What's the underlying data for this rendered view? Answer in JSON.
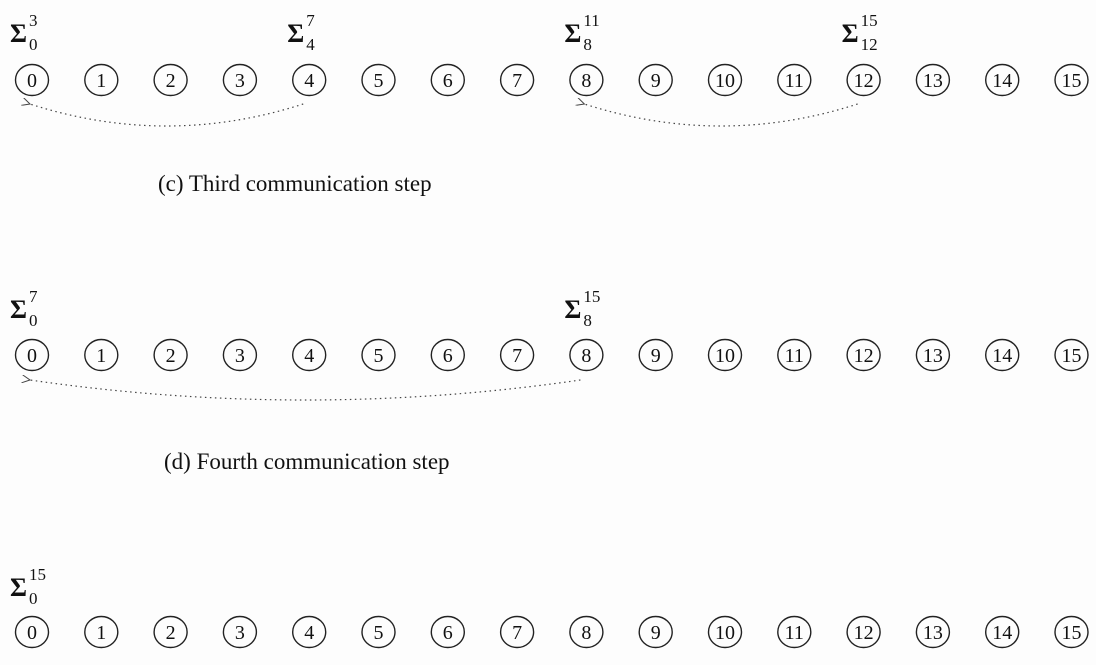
{
  "figure": {
    "sigma_symbol": "Σ",
    "nodes": [
      "0",
      "1",
      "2",
      "3",
      "4",
      "5",
      "6",
      "7",
      "8",
      "9",
      "10",
      "11",
      "12",
      "13",
      "14",
      "15"
    ],
    "rows": [
      {
        "id": "row-c",
        "sums": [
          {
            "node": 0,
            "lower": "0",
            "upper": "3"
          },
          {
            "node": 4,
            "lower": "4",
            "upper": "7"
          },
          {
            "node": 8,
            "lower": "8",
            "upper": "11"
          },
          {
            "node": 12,
            "lower": "12",
            "upper": "15"
          }
        ],
        "arrows": [
          {
            "from": 4,
            "to": 0
          },
          {
            "from": 12,
            "to": 8
          }
        ],
        "caption": "(c)  Third communication step"
      },
      {
        "id": "row-d",
        "sums": [
          {
            "node": 0,
            "lower": "0",
            "upper": "7"
          },
          {
            "node": 8,
            "lower": "8",
            "upper": "15"
          }
        ],
        "arrows": [
          {
            "from": 8,
            "to": 0
          }
        ],
        "caption": "(d)  Fourth communication step"
      },
      {
        "id": "row-final",
        "sums": [
          {
            "node": 0,
            "lower": "0",
            "upper": "15"
          }
        ],
        "arrows": [],
        "caption": ""
      }
    ]
  }
}
